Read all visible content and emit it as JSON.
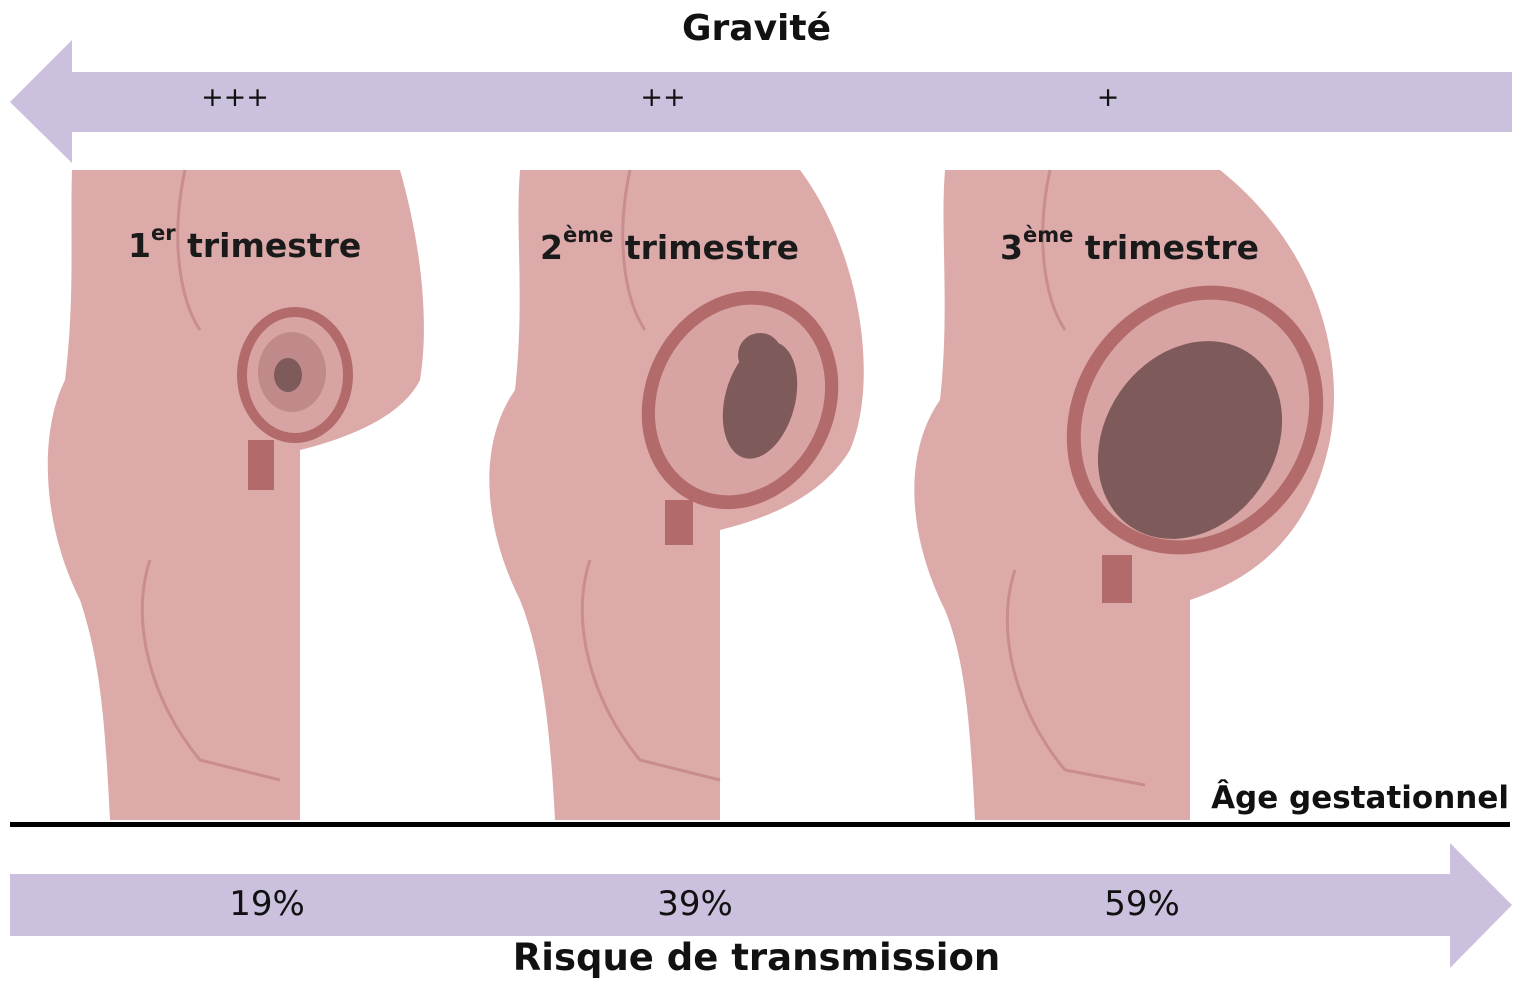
{
  "title_top": "Gravité",
  "title_bottom": "Risque de transmission",
  "axis_label": "Âge gestationnel",
  "severity": [
    "+++",
    "++",
    "+"
  ],
  "trimesters": [
    {
      "num": "1",
      "sup": "er",
      "word": "trimestre"
    },
    {
      "num": "2",
      "sup": "ème",
      "word": "trimestre"
    },
    {
      "num": "3",
      "sup": "ème",
      "word": "trimestre"
    }
  ],
  "risk": [
    "19%",
    "39%",
    "59%"
  ],
  "colors": {
    "arrow": "#cbc0dd",
    "skin": "#ddaaaa",
    "skin_dark": "#c98d8d",
    "uterus": "#b36a6a",
    "fetus": "#7e5a5a"
  }
}
